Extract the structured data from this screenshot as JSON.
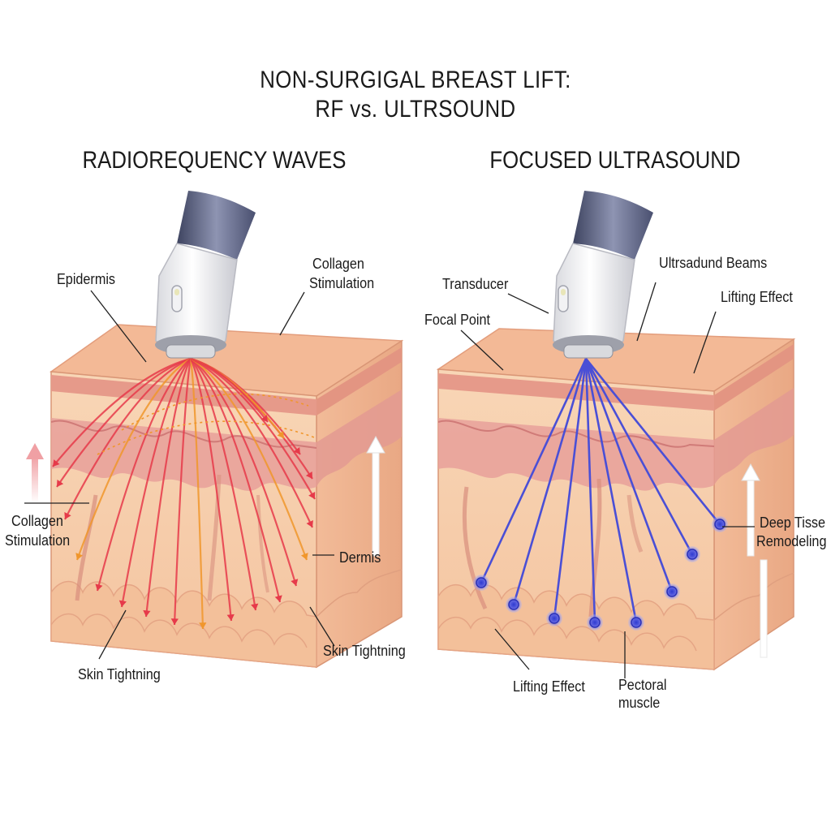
{
  "title": {
    "line1": "NON-SURGIGAL BREAST LIFT:",
    "line2": "RF vs. ULTRSOUND"
  },
  "panels": {
    "left": {
      "heading": "RADIOREQUENCY WAVES",
      "labels": {
        "epidermis": "Epidermis",
        "collagen_top_1": "Collagen",
        "collagen_top_2": "Stimulation",
        "collagen_side_1": "Collagen",
        "collagen_side_2": "Stimulation",
        "dermis": "Dermis",
        "skin_tightening_right": "Skin Tightning",
        "skin_tightening_bottom": "Skin Tightning"
      }
    },
    "right": {
      "heading": "FOCUSED ULTRASOUND",
      "labels": {
        "transducer": "Transducer",
        "ultrasound_beams": "Ultrsadund Beams",
        "lifting_effect_top": "Lifting Effect",
        "focal_point": "Focal Point",
        "deep_tissue_1": "Deep Tisse",
        "deep_tissue_2": "Remodeling",
        "lifting_effect_bottom": "Lifting Effect",
        "pectoral_1": "Pectoral",
        "pectoral_2": "muscle"
      }
    }
  },
  "colors": {
    "skin_top": "#f6bc9a",
    "skin_front": "#f7d2b0",
    "dermis_band": "#e7a09a",
    "rf_wave": "#e63a4a",
    "rf_wave_alt": "#f0962c",
    "ultrasound_beam": "#4a4fd6",
    "device_body": "#f4f4f6",
    "device_handle": "#5c6280"
  }
}
